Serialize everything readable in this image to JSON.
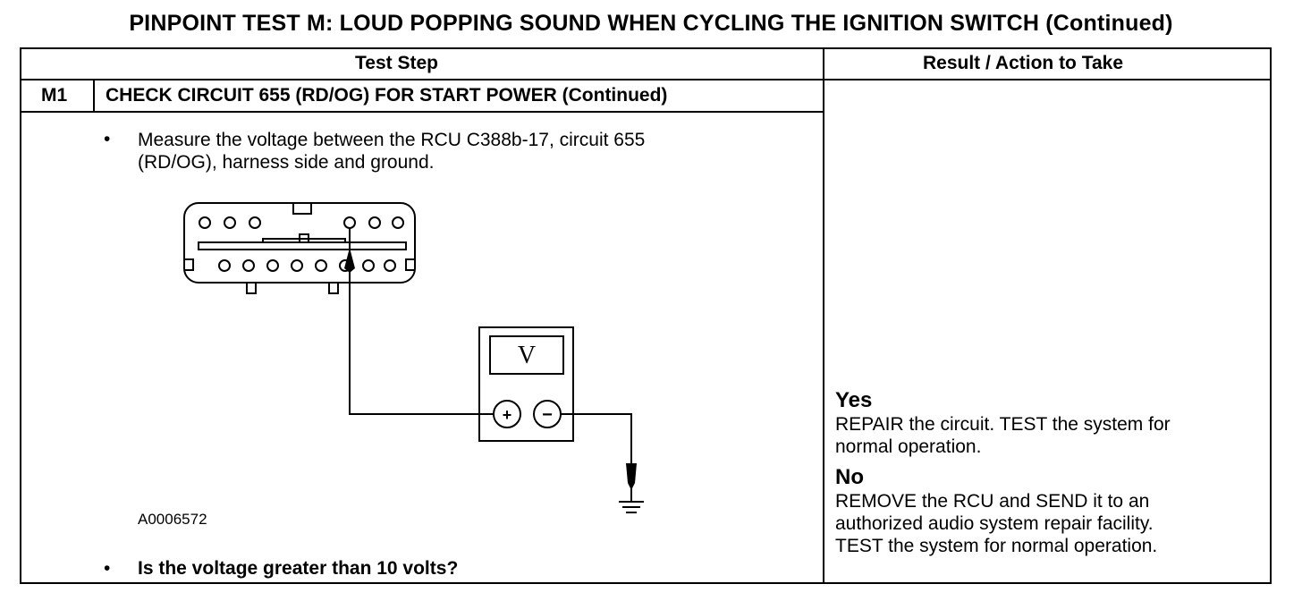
{
  "page": {
    "title": "PINPOINT TEST  M: LOUD POPPING SOUND WHEN CYCLING THE IGNITION SWITCH (Continued)"
  },
  "table": {
    "header_test_step": "Test Step",
    "header_result": "Result / Action to Take",
    "step_id": "M1",
    "step_title": "CHECK CIRCUIT 655 (RD/OG) FOR START POWER (Continued)",
    "bullet_glyph": "•",
    "instruction_line1": "Measure the voltage between the RCU C388b-17, circuit 655",
    "instruction_line2": "(RD/OG), harness side and ground.",
    "figure_id": "A0006572",
    "question": "Is the voltage greater than 10 volts?"
  },
  "diagram": {
    "meter_symbol": "V",
    "plus_symbol": "+",
    "minus_symbol": "−"
  },
  "results": {
    "yes_label": "Yes",
    "yes_line1": "REPAIR the circuit. TEST the system for",
    "yes_line2": "normal operation.",
    "no_label": "No",
    "no_line1": "REMOVE the RCU and SEND it to an",
    "no_line2": "authorized audio system repair facility.",
    "no_line3": "TEST the system for normal operation."
  }
}
